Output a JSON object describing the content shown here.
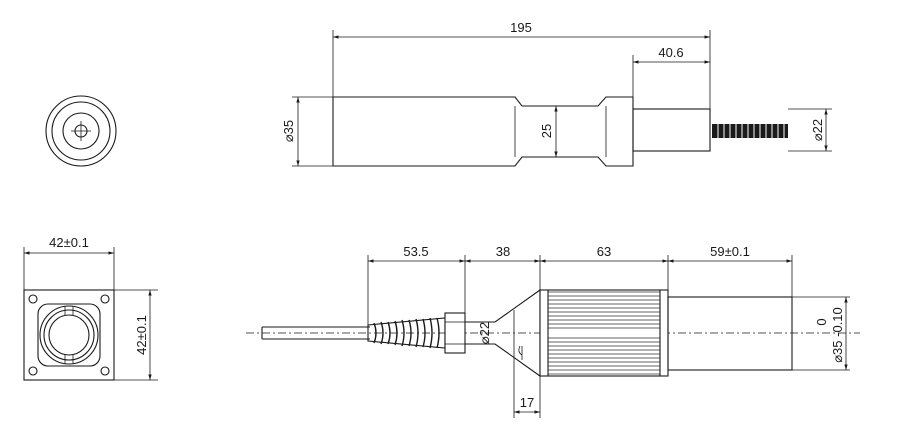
{
  "top_view": {
    "dim_total_length": "195",
    "dim_cap_length": "40.6",
    "dim_body_diameter": "⌀35",
    "dim_neck": "25",
    "dim_cable_diameter": "⌀22"
  },
  "bottom_view": {
    "dim_width": "42±0.1",
    "dim_height": "42±0.1",
    "dim_boot_length": "53.5",
    "dim_nut_length": "38",
    "dim_finned_length": "63",
    "dim_tail_length": "59±0.1",
    "dim_nut_diameter": "⌀22",
    "dim_flange": "17",
    "dim_tol_upper": "0",
    "dim_tail_diameter": "⌀35 -0.10"
  }
}
